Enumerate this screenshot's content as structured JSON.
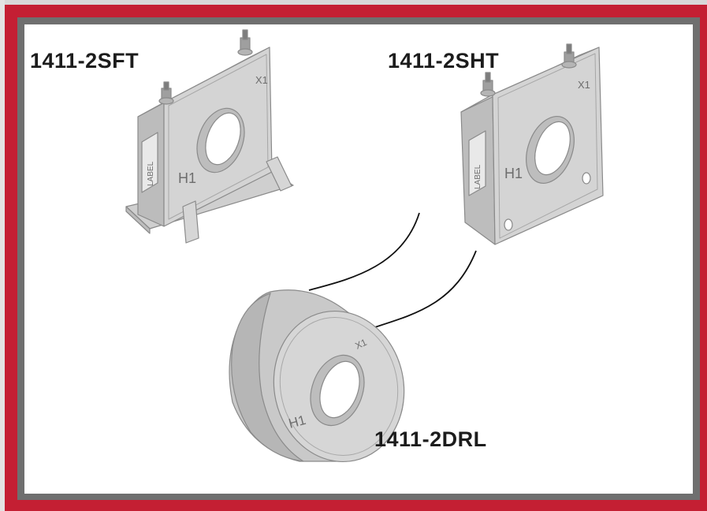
{
  "products": [
    {
      "model": "1411-2SFT",
      "markings": {
        "label": "LABEL",
        "primary": "H1",
        "secondary": "X1"
      }
    },
    {
      "model": "1411-2SHT",
      "markings": {
        "label": "LABEL",
        "primary": "H1",
        "secondary": "X1"
      }
    },
    {
      "model": "1411-2DRL",
      "markings": {
        "primary": "H1",
        "secondary": "X1"
      }
    }
  ],
  "colors": {
    "outer_border": "#c41f33",
    "inner_border": "#6f6f6f",
    "background": "#ffffff",
    "ct_body": "#d2d2d2"
  }
}
